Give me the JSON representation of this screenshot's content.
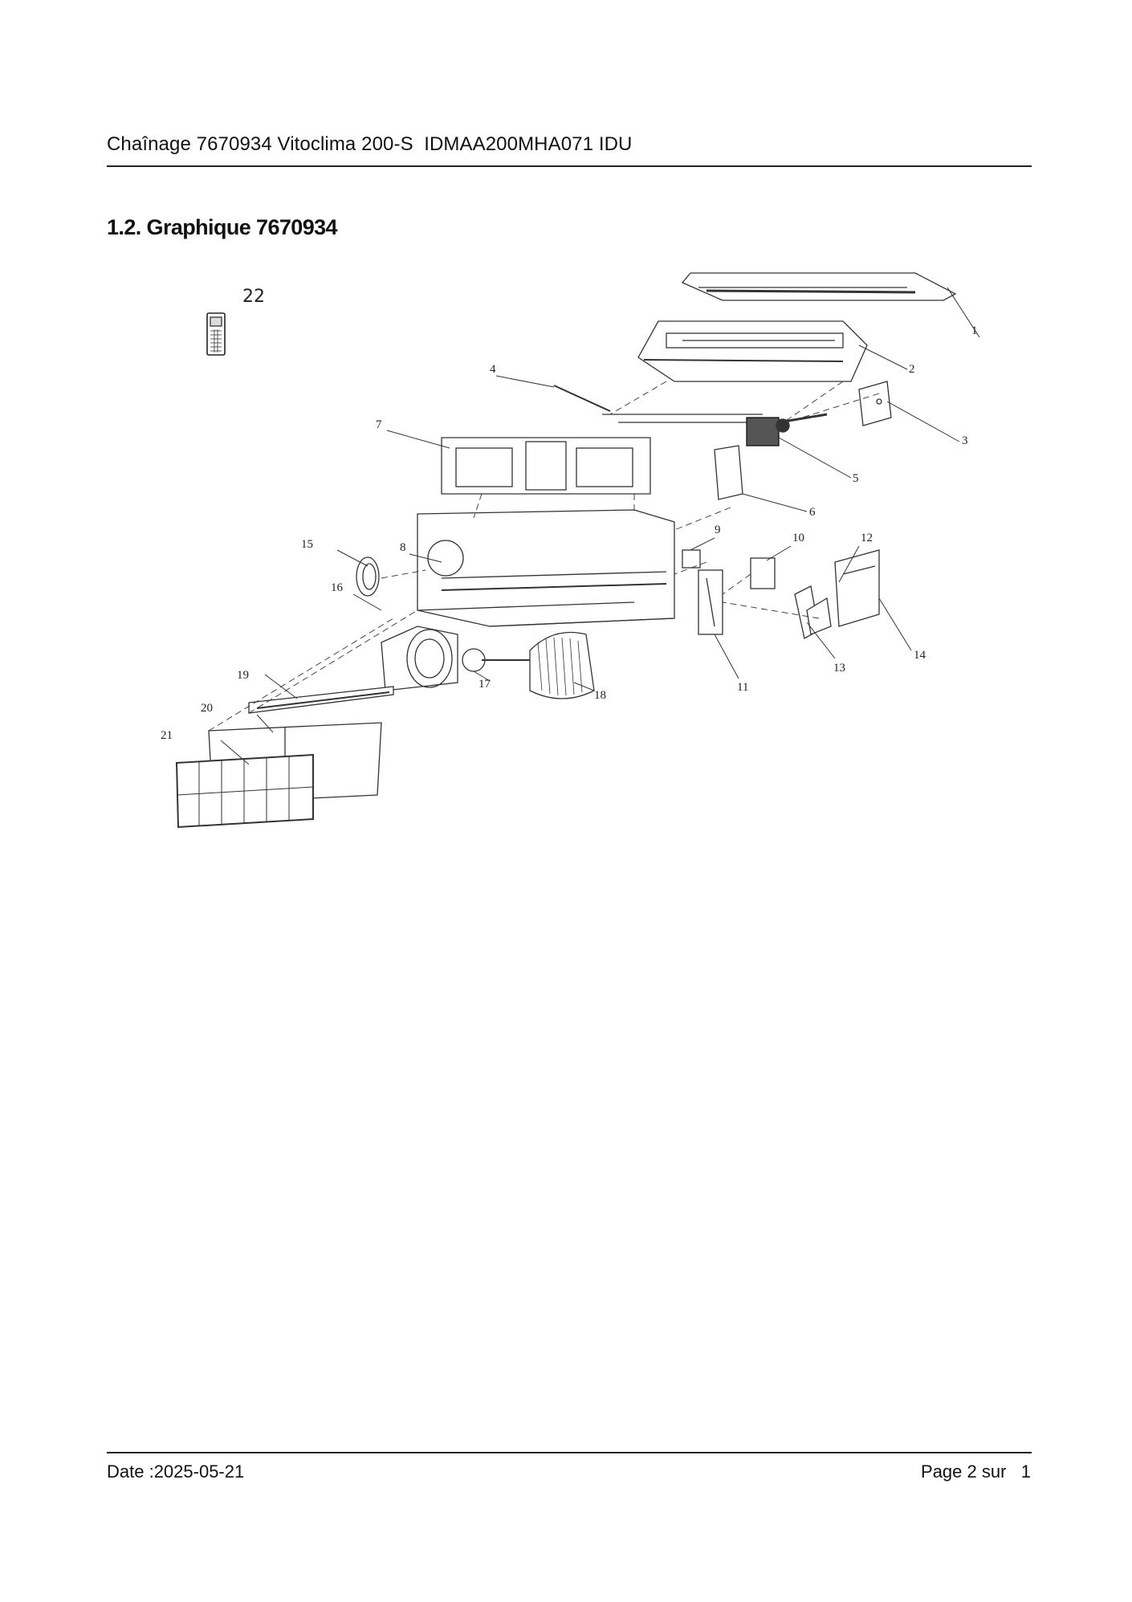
{
  "header": {
    "title": "Chaînage 7670934 Vitoclima 200-S  IDMAA200MHA071 IDU"
  },
  "section": {
    "title": "1.2. Graphique 7670934"
  },
  "diagram": {
    "remote_label": "22",
    "callouts": [
      "1",
      "2",
      "3",
      "4",
      "5",
      "6",
      "7",
      "8",
      "9",
      "10",
      "11",
      "12",
      "13",
      "14",
      "15",
      "16",
      "17",
      "18",
      "19",
      "20",
      "21"
    ]
  },
  "footer": {
    "date": "Date :2025-05-21",
    "page": "Page 2 sur   1"
  }
}
